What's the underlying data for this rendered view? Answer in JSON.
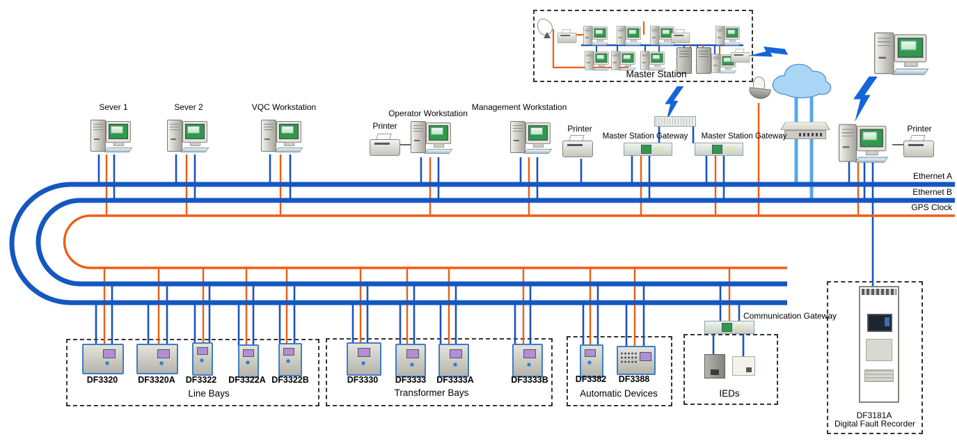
{
  "labels": {
    "server1": "Sever 1",
    "server2": "Sever 2",
    "vqc": "VQC Workstation",
    "operator": "Operator Workstation",
    "management": "Management Workstation",
    "printer": "Printer",
    "master_station": "Master Station",
    "master_station_gateway": "Master Station Gateway",
    "communication_gateway": "Communication Gateway"
  },
  "buses": {
    "ethernet_a": "Ethernet A",
    "ethernet_b": "Ethernet B",
    "gps_clock": "GPS Clock"
  },
  "groups": [
    {
      "label": "Line Bays",
      "devices": [
        "DF3320",
        "DF3320A",
        "DF3322",
        "DF3322A",
        "DF3322B"
      ]
    },
    {
      "label": "Transformer Bays",
      "devices": [
        "DF3330",
        "DF3333",
        "DF3333A",
        "DF3333B"
      ]
    },
    {
      "label": "Automatic Devices",
      "devices": [
        "DF3382",
        "DF3388"
      ]
    },
    {
      "label": "IEDs",
      "devices": []
    }
  ],
  "fault_recorder": {
    "model": "DF3181A",
    "name": "Digital Fault Recorder"
  },
  "colors": {
    "ethernet_bus": "#1557c0",
    "gps_bus": "#f05c10",
    "wan_link": "#58a8e8",
    "lightning": "#1565d8"
  }
}
